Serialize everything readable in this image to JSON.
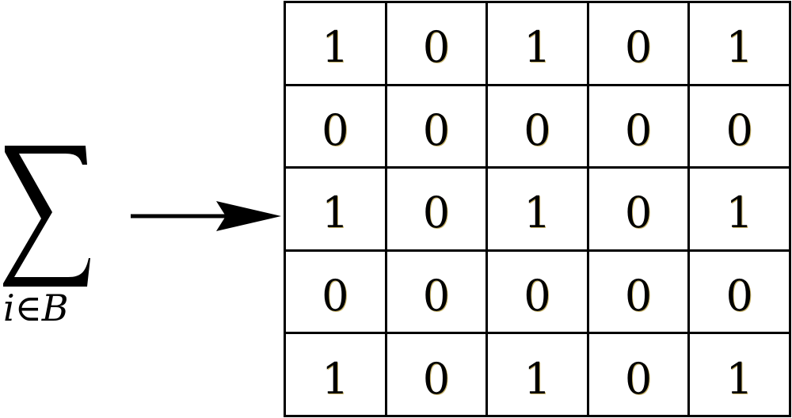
{
  "formula": {
    "symbol": "∑",
    "subscript": "i∈B"
  },
  "matrix": [
    [
      "1",
      "0",
      "1",
      "0",
      "1"
    ],
    [
      "0",
      "0",
      "0",
      "0",
      "0"
    ],
    [
      "1",
      "0",
      "1",
      "0",
      "1"
    ],
    [
      "0",
      "0",
      "0",
      "0",
      "0"
    ],
    [
      "1",
      "0",
      "1",
      "0",
      "1"
    ]
  ]
}
